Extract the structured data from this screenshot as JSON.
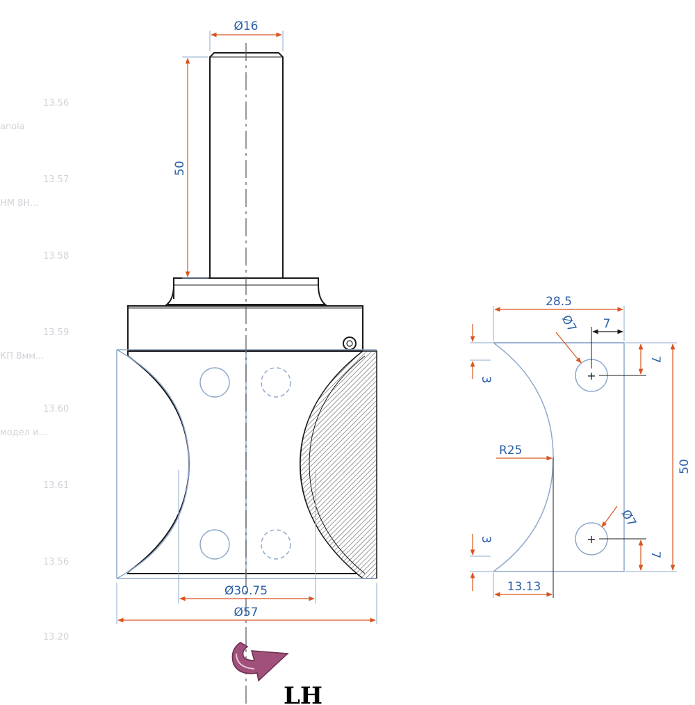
{
  "colors": {
    "outline": "#1a1a1a",
    "profile": "#8fa8cc",
    "dimension_line": "#d9541e",
    "dimension_text": "#2a5fa5",
    "arrow": "#a0507a",
    "ghost_text": "#cfd3d8"
  },
  "router_bit": {
    "shank_diameter": "Ø16",
    "shank_length": "50",
    "inner_diameter": "Ø30.75",
    "outer_diameter": "Ø57",
    "rotation_label": "LH"
  },
  "profile": {
    "width": "28.5",
    "height": "50",
    "hole_offset_x": "7",
    "hole_offset_top": "7",
    "hole_offset_bottom": "7",
    "hole_diameter_top": "Ø7",
    "hole_diameter_bottom": "Ø7",
    "radius": "R25",
    "edge_top": "3",
    "edge_bottom": "3",
    "depth": "13.13"
  },
  "background_ghost": {
    "items": [
      "13.56",
      "13.57",
      "13.58",
      "13.59",
      "13.60",
      "13.61",
      "13.56",
      "13.20"
    ],
    "fragments": [
      "anola",
      "НМ 8Н...",
      "КП 8мм...",
      "модел и..."
    ]
  }
}
